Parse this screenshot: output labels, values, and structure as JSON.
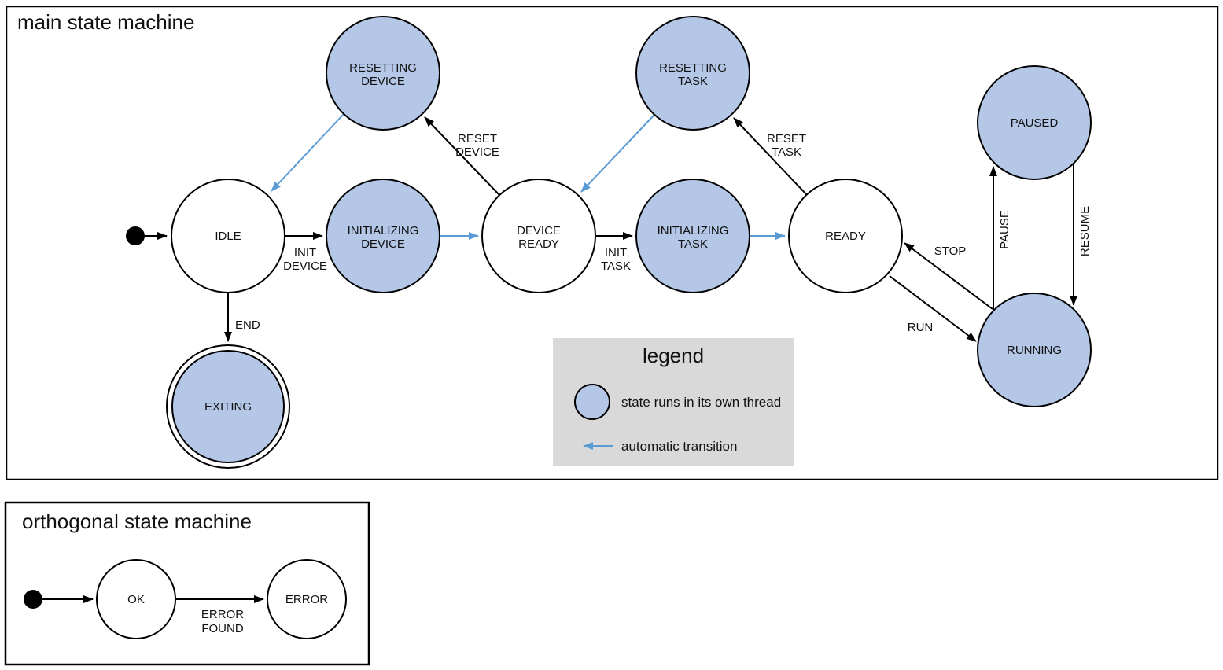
{
  "colors": {
    "threaded_state_fill": "#b4c7e7",
    "automatic_transition": "#5b9bd5",
    "legend_background": "#d9d9d9",
    "stroke": "#000000"
  },
  "main": {
    "title": "main state machine",
    "states": {
      "idle": {
        "label": "IDLE"
      },
      "initializing_device": {
        "line1": "INITIALIZING",
        "line2": "DEVICE"
      },
      "device_ready": {
        "line1": "DEVICE",
        "line2": "READY"
      },
      "initializing_task": {
        "line1": "INITIALIZING",
        "line2": "TASK"
      },
      "ready": {
        "label": "READY"
      },
      "resetting_device": {
        "line1": "RESETTING",
        "line2": "DEVICE"
      },
      "resetting_task": {
        "line1": "RESETTING",
        "line2": "TASK"
      },
      "paused": {
        "label": "PAUSED"
      },
      "running": {
        "label": "RUNNING"
      },
      "exiting": {
        "label": "EXITING"
      }
    },
    "transitions": {
      "init_device": {
        "line1": "INIT",
        "line2": "DEVICE"
      },
      "init_task": {
        "line1": "INIT",
        "line2": "TASK"
      },
      "reset_device": {
        "line1": "RESET",
        "line2": "DEVICE"
      },
      "reset_task": {
        "line1": "RESET",
        "line2": "TASK"
      },
      "end": {
        "label": "END"
      },
      "run": {
        "label": "RUN"
      },
      "stop": {
        "label": "STOP"
      },
      "pause": {
        "label": "PAUSE"
      },
      "resume": {
        "label": "RESUME"
      }
    }
  },
  "legend": {
    "title": "legend",
    "items": {
      "threaded_state": {
        "label": "state runs in its own thread"
      },
      "automatic_transition": {
        "label": "automatic transition"
      }
    }
  },
  "orthogonal": {
    "title": "orthogonal state machine",
    "states": {
      "ok": {
        "label": "OK"
      },
      "error": {
        "label": "ERROR"
      }
    },
    "transitions": {
      "error_found": {
        "line1": "ERROR",
        "line2": "FOUND"
      }
    }
  }
}
